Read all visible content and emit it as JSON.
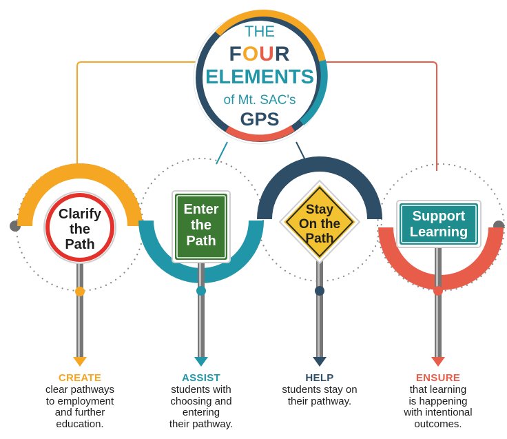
{
  "colors": {
    "orange": "#F5A623",
    "teal": "#2196A8",
    "navy": "#2D4E66",
    "red": "#E85D4A",
    "green_sign": "#3C7A34",
    "yellow_sign": "#F2C230",
    "teal_sign": "#1F8C8E",
    "gray": "#6D6D6D"
  },
  "title": {
    "line1": "THE",
    "four_letters": [
      "F",
      "O",
      "U",
      "R"
    ],
    "line3": "ELEMENTS",
    "line4": "of Mt. SAC's",
    "line5": "GPS"
  },
  "elements": [
    {
      "sign_lines": [
        "Clarify",
        "the",
        "Path"
      ],
      "sign_shape": "circle-stop",
      "heading": "CREATE",
      "body_lines": [
        "clear pathways",
        "to employment",
        "and further",
        "education."
      ]
    },
    {
      "sign_lines": [
        "Enter",
        "the",
        "Path"
      ],
      "sign_shape": "green-rectangle",
      "heading": "ASSIST",
      "body_lines": [
        "students with",
        "choosing and",
        "entering",
        "their pathway."
      ]
    },
    {
      "sign_lines": [
        "Stay",
        "On the",
        "Path"
      ],
      "sign_shape": "yellow-diamond",
      "heading": "HELP",
      "body_lines": [
        "students stay on",
        "their pathway."
      ]
    },
    {
      "sign_lines": [
        "Support",
        "Learning"
      ],
      "sign_shape": "teal-rectangle",
      "heading": "ENSURE",
      "body_lines": [
        "that learning",
        "is happening",
        "with intentional",
        "outcomes."
      ]
    }
  ]
}
